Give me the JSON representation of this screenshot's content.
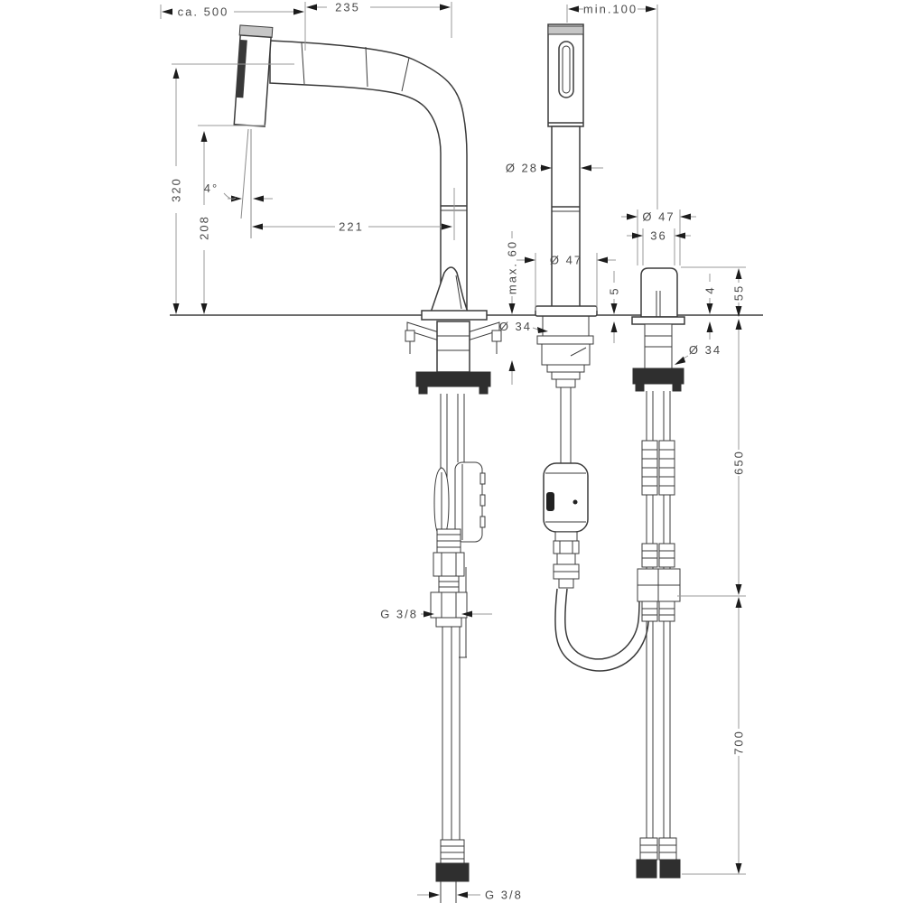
{
  "drawing": {
    "title": "kitchen-mixer-technical-dimension-drawing",
    "dimensions": {
      "pullout_length": "ca. 500",
      "spout_reach": "235",
      "min_distance": "min.100",
      "height_320": "320",
      "height_208": "208",
      "reach_221": "221",
      "spray_angle": "4°",
      "spray_diameter": "Ø 28",
      "escutcheon_diameter_mid": "Ø 47",
      "max_counter_thickness": "max. 60",
      "hole_diameter_mid": "Ø 34",
      "flange_height_mid": "5",
      "body_diameter_right": "Ø 47",
      "body_width_right": "36",
      "flange_height_right": "4",
      "body_height_right": "55",
      "hole_diameter_right": "Ø 34",
      "hose_length_upper": "650",
      "hose_length_lower": "700",
      "thread_mid": "G 3/8",
      "thread_bottom": "G 3/8"
    }
  }
}
